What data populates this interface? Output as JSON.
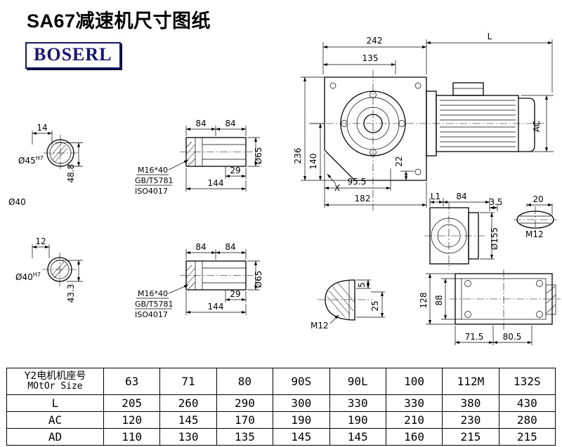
{
  "page": {
    "title": "SA67减速机尺寸图纸",
    "logo": "BOSERL"
  },
  "views": {
    "shaft_end_top": {
      "w": "14",
      "dia": "Ø45",
      "tol": "H7",
      "h": "48.8"
    },
    "label_mid": "Ø40",
    "shaft_end_bottom": {
      "w": "12",
      "dia": "Ø40",
      "tol": "H7",
      "h": "43.3"
    },
    "shaft_top": {
      "seg1": "84",
      "seg2": "84",
      "bolt_len": "29",
      "total": "144",
      "dia": "Ø65",
      "bolt": "M16*40",
      "std1": "GB/T5781",
      "std2": "ISO4017"
    },
    "shaft_bottom": {
      "seg1": "84",
      "seg2": "84",
      "bolt_len": "29",
      "total": "144",
      "dia": "Ø65",
      "bolt": "M16*40",
      "std1": "GB/T5781",
      "std2": "ISO4017"
    },
    "main": {
      "w242": "242",
      "L": "L",
      "w135": "135",
      "h236": "236",
      "h140": "140",
      "h22": "22",
      "AC": "AC",
      "w95": "95.5",
      "w182": "182",
      "X": "X"
    },
    "side": {
      "L1": "L1",
      "w84": "84",
      "w35": "3.5",
      "w20": "20",
      "dia155": "Ø155",
      "m12": "M12"
    },
    "tip": {
      "h5": "5",
      "h25": "25",
      "m12": "M12"
    },
    "bottom": {
      "h128": "128",
      "h88": "88",
      "w715": "71.5",
      "w805": "80.5"
    }
  },
  "table": {
    "header_cn": "Y2电机机座号",
    "header_en": "MOtOr Size",
    "sizes": [
      "63",
      "71",
      "80",
      "90S",
      "90L",
      "100",
      "112M",
      "132S"
    ],
    "rows": [
      {
        "label": "L",
        "values": [
          "205",
          "260",
          "290",
          "300",
          "330",
          "330",
          "380",
          "430"
        ]
      },
      {
        "label": "AC",
        "values": [
          "120",
          "145",
          "170",
          "190",
          "190",
          "210",
          "230",
          "280"
        ]
      },
      {
        "label": "AD",
        "values": [
          "110",
          "130",
          "135",
          "145",
          "145",
          "160",
          "215",
          "215"
        ]
      }
    ]
  }
}
